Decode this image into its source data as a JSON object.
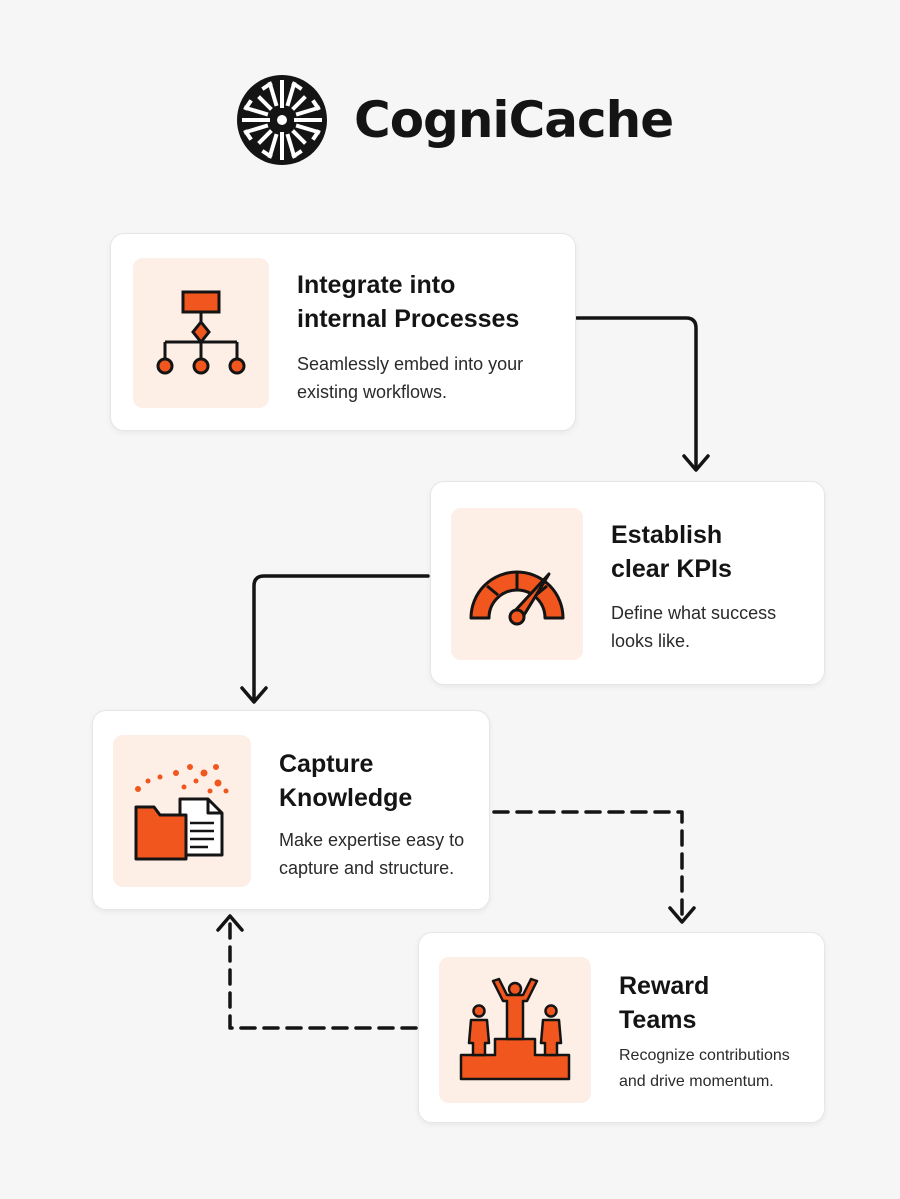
{
  "brand": {
    "name": "CogniCache",
    "logo_icon": "radial-logo-icon"
  },
  "colors": {
    "accent": "#f0561d",
    "icon_background": "#fdeee6",
    "arrow": "#141414"
  },
  "steps": [
    {
      "title_lines": [
        "Integrate into",
        "internal Processes"
      ],
      "desc_lines": [
        "Seamlessly embed into your",
        "existing workflows."
      ],
      "icon": "org-chart-icon"
    },
    {
      "title_lines": [
        "Establish",
        "clear KPIs"
      ],
      "desc_lines": [
        "Define what success",
        "looks like."
      ],
      "icon": "gauge-icon"
    },
    {
      "title_lines": [
        "Capture",
        "Knowledge"
      ],
      "desc_lines": [
        "Make expertise easy to",
        "capture and structure."
      ],
      "icon": "folder-document-icon"
    },
    {
      "title_lines": [
        "Reward",
        "Teams"
      ],
      "desc_lines": [
        "Recognize contributions",
        "and drive momentum."
      ],
      "icon": "podium-icon"
    }
  ]
}
